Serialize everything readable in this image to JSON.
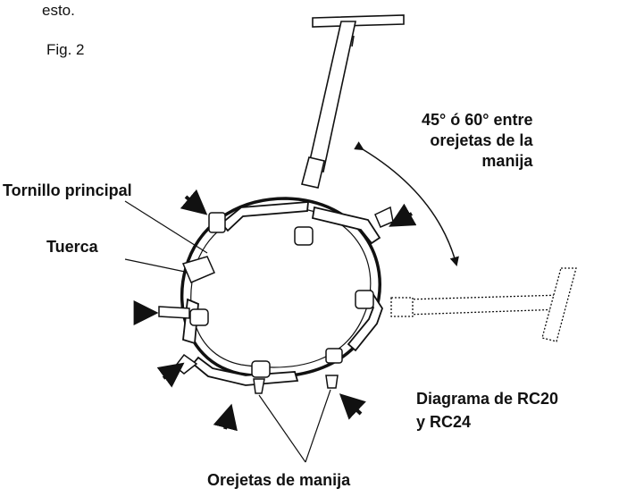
{
  "intro_text": "esto.",
  "figure_label": "Fig. 2",
  "labels": {
    "angle_note": "45° ó 60° entre\norejetas de la\nmanija",
    "main_screw": "Tornillo principal",
    "nut": "Tuerca",
    "diagram_caption": "Diagrama de RC20\ny RC24",
    "handle_lugs": "Orejetas de manija"
  }
}
